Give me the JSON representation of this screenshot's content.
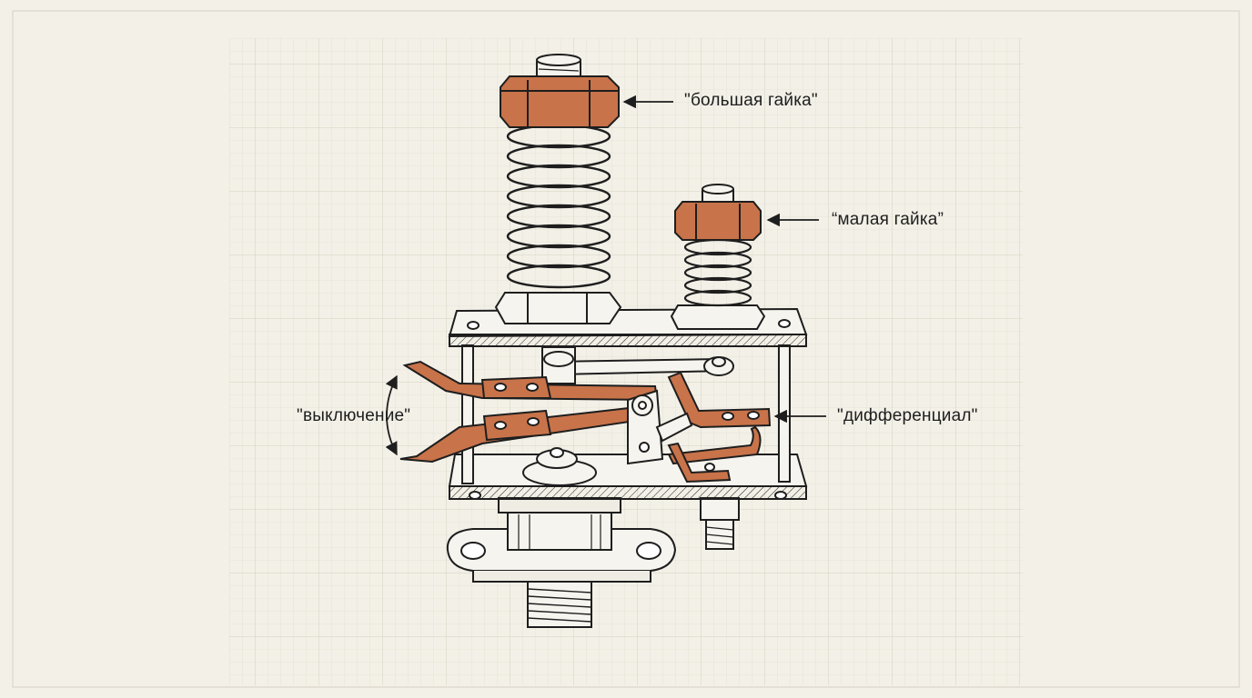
{
  "labels": {
    "big_nut": "\"большая гайка\"",
    "small_nut": "“малая гайка”",
    "shutoff": "\"выключение\"",
    "differential": "\"дифференциал\""
  },
  "colors": {
    "background": "#f3f0e7",
    "grid": "#dcd8cc",
    "ink": "#1e1e1e",
    "copper": "#c8734a",
    "copper_dark": "#a85a36",
    "metal": "#f6f4ee"
  }
}
